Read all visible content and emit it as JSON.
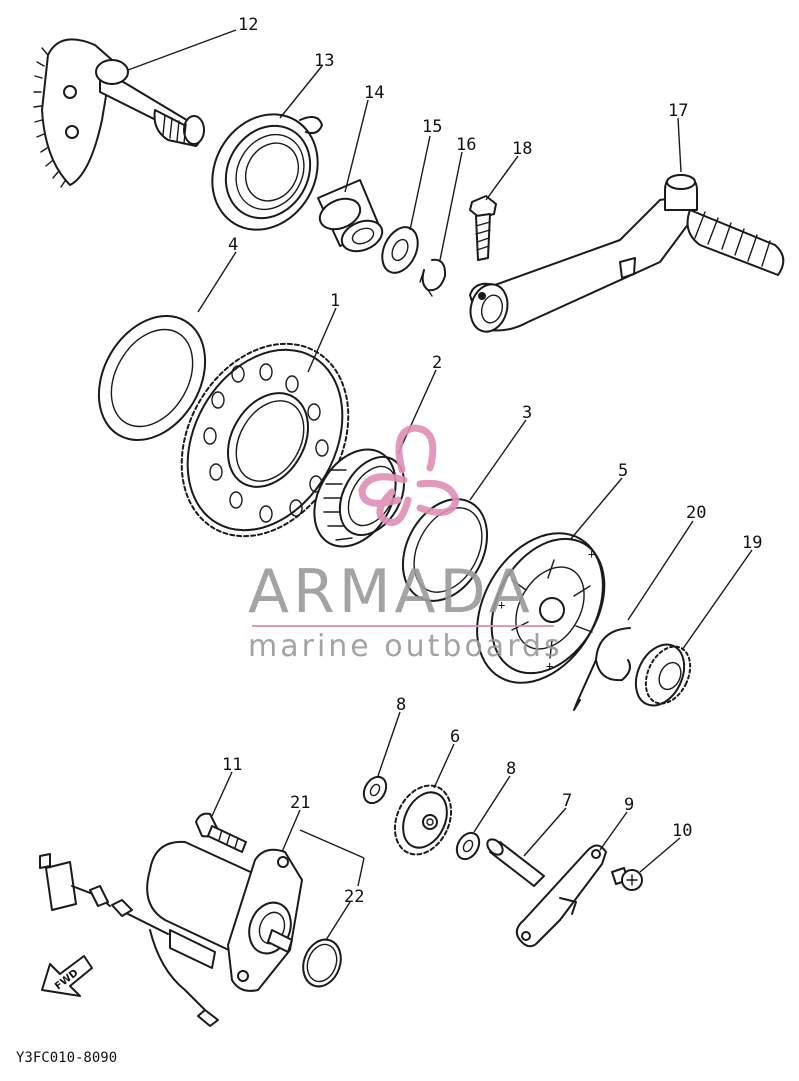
{
  "diagram": {
    "callouts": [
      "12",
      "13",
      "14",
      "15",
      "16",
      "18",
      "17",
      "4",
      "1",
      "2",
      "3",
      "5",
      "20",
      "19",
      "8",
      "6",
      "8",
      "7",
      "9",
      "10",
      "11",
      "21",
      "22"
    ],
    "fwd_label": "FWD",
    "drawing_code": "Y3FC010-8090"
  },
  "watermark": {
    "brand": "ARMADA",
    "tagline": "marine outboards",
    "logo_color": "#e08fb5",
    "text_color": "#9a9a9a"
  }
}
